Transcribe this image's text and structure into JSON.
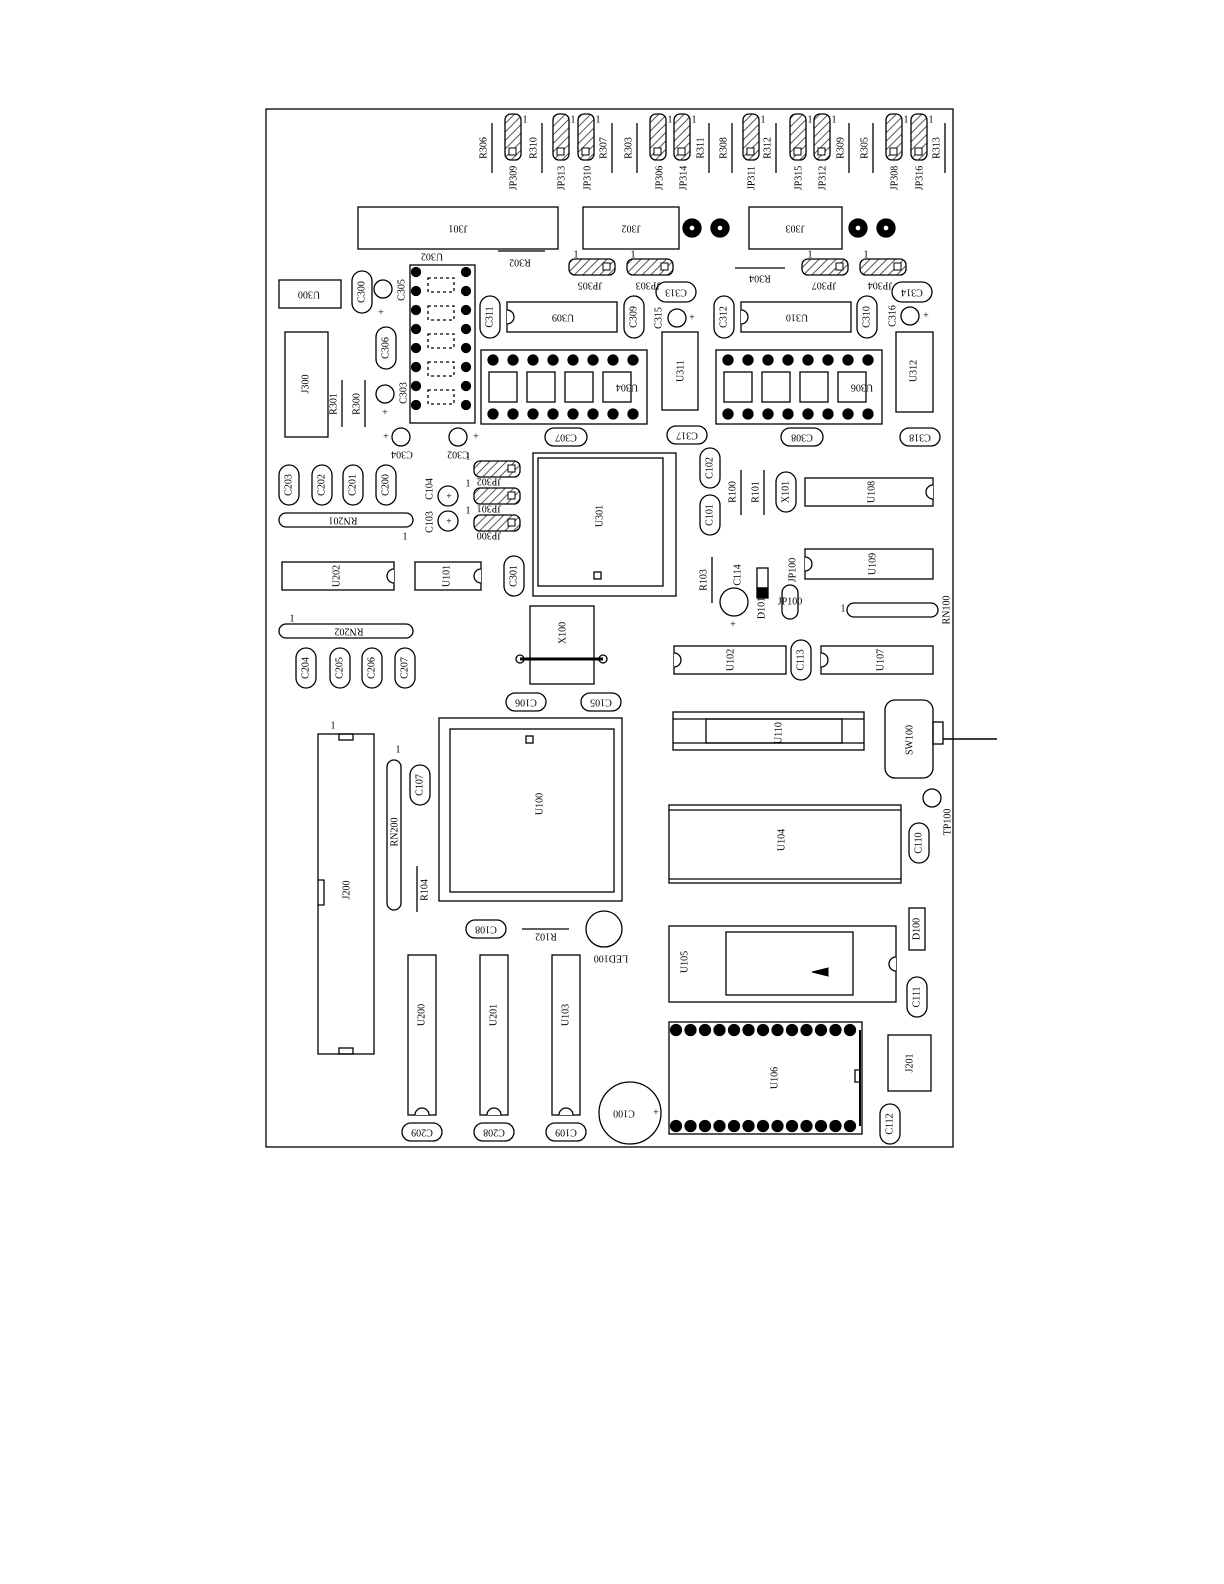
{
  "colors": {
    "ink": "#000000",
    "paper": "#ffffff",
    "hatch": "#555555"
  },
  "marks": {
    "pin_one": "1",
    "plus": "+"
  },
  "labels": {
    "R306": "R306",
    "R310": "R310",
    "R307": "R307",
    "R303": "R303",
    "R311": "R311",
    "R308": "R308",
    "R312": "R312",
    "R309": "R309",
    "R305": "R305",
    "R313": "R313",
    "JP309": "JP309",
    "JP313": "JP313",
    "JP310": "JP310",
    "JP306": "JP306",
    "JP314": "JP314",
    "JP311": "JP311",
    "JP315": "JP315",
    "JP312": "JP312",
    "JP308": "JP308",
    "JP316": "JP316",
    "J301": "J301",
    "J302": "J302",
    "J303": "J303",
    "R302": "R302",
    "R304": "R304",
    "JP305": "JP305",
    "JP303": "JP303",
    "JP307": "JP307",
    "JP304": "JP304",
    "U302": "U302",
    "U300": "U300",
    "C300": "C300",
    "C305": "C305",
    "C311": "C311",
    "U309": "U309",
    "C309": "C309",
    "C313": "C313",
    "C315": "C315",
    "C312": "C312",
    "U310": "U310",
    "C310": "C310",
    "C314": "C314",
    "C316": "C316",
    "C306": "C306",
    "J300": "J300",
    "R301": "R301",
    "R300": "R300",
    "C303": "C303",
    "U311": "U311",
    "U312": "U312",
    "U304": "U304",
    "U306": "U306",
    "C304": "C304",
    "C302": "C302",
    "C307": "C307",
    "C317": "C317",
    "C308": "C308",
    "C318": "C318",
    "C203": "C203",
    "C202": "C202",
    "C201": "C201",
    "C200": "C200",
    "C104": "C104",
    "C103": "C103",
    "JP302": "JP302",
    "JP301": "JP301",
    "JP300": "JP300",
    "U301": "U301",
    "C102": "C102",
    "C101": "C101",
    "R100": "R100",
    "R101": "R101",
    "X101": "X101",
    "U108": "U108",
    "RN201": "RN201",
    "U202": "U202",
    "U101": "U101",
    "C301": "C301",
    "R103": "R103",
    "C114": "C114",
    "D101": "D101",
    "JP100": "JP100",
    "U109": "U109",
    "RN100": "RN100",
    "RN202": "RN202",
    "X100": "X100",
    "C204": "C204",
    "C205": "C205",
    "C206": "C206",
    "C207": "C207",
    "U102": "U102",
    "C113": "C113",
    "U107": "U107",
    "C106": "C106",
    "C105": "C105",
    "U110": "U110",
    "SW100": "SW100",
    "C107": "C107",
    "U100": "U100",
    "TP100": "TP100",
    "RN200": "RN200",
    "J200": "J200",
    "U104": "U104",
    "C110": "C110",
    "R104": "R104",
    "C108": "C108",
    "R102": "R102",
    "LED100": "LED100",
    "D100": "D100",
    "U105": "U105",
    "C111": "C111",
    "U200": "U200",
    "U201": "U201",
    "U103": "U103",
    "U106": "U106",
    "J201": "J201",
    "C100": "C100",
    "C112": "C112",
    "C209": "C209",
    "C208": "C208",
    "C109": "C109"
  }
}
